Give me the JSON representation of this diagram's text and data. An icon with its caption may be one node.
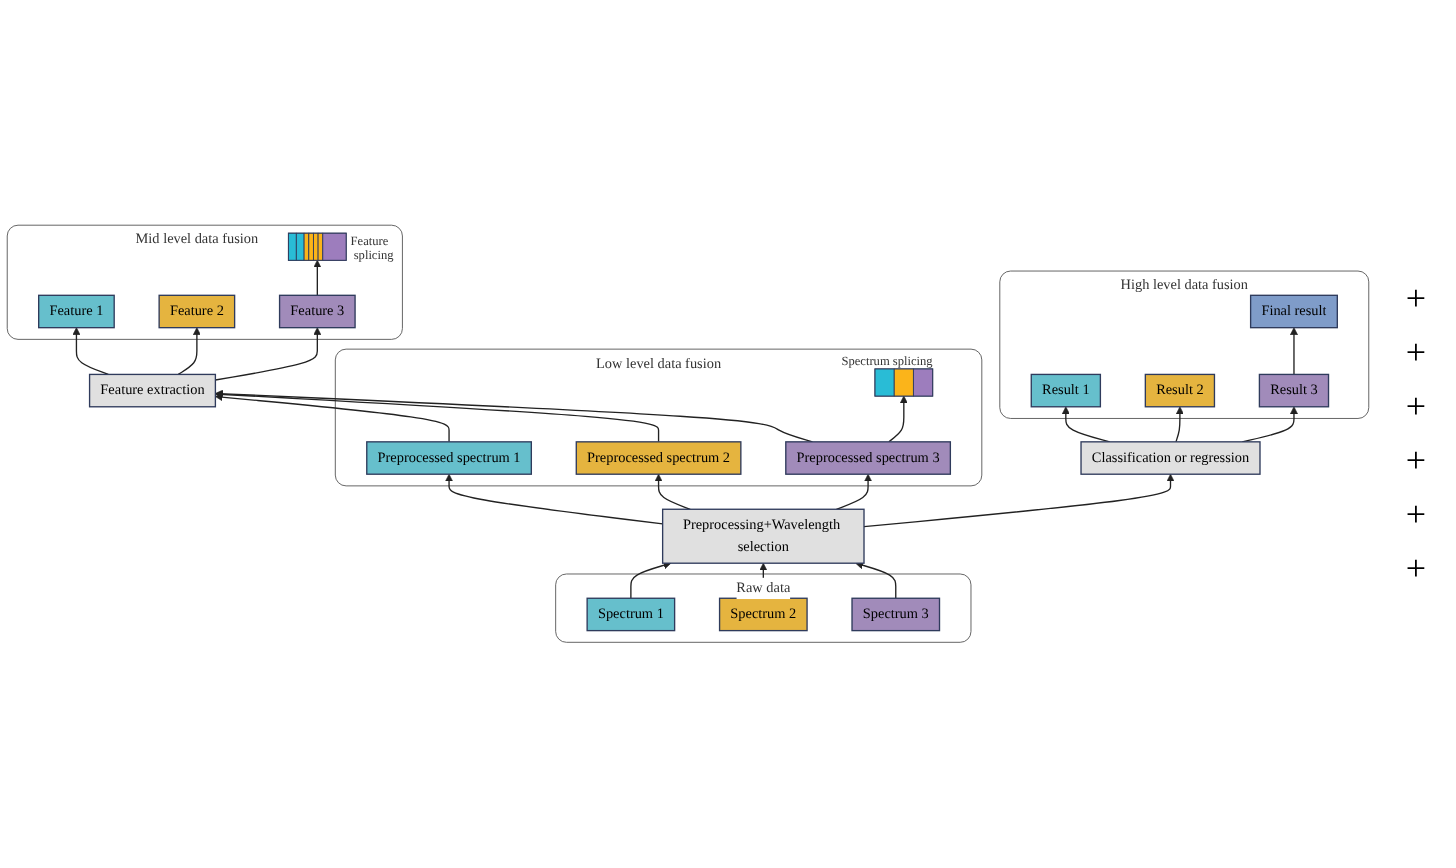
{
  "diagram": {
    "nodes": [
      {
        "text": [
          "High level data fusion"
        ]
      },
      {
        "text": [
          "Result 1"
        ],
        "in": 0
      },
      {
        "text": [
          "Result 2"
        ],
        "in": 0
      },
      {
        "text": [
          "Result 3"
        ],
        "in": 0
      },
      {
        "text": [
          "Final result"
        ],
        "in": 0
      },
      {
        "text": [
          "Classification or regression"
        ]
      },
      {
        "text": [
          "Mid level data fusion"
        ]
      },
      {
        "text": [
          "Feature 1"
        ],
        "in": 6
      },
      {
        "text": [
          "Feature 2"
        ],
        "in": 6
      },
      {
        "text": [
          "Feature 3"
        ],
        "in": 6
      },
      {
        "text": [],
        "shape": "bar",
        "in": 6,
        "beside": [
          "Feature splicing"
        ]
      },
      {
        "text": [
          "Feature extraction"
        ]
      },
      {
        "text": [
          "Low level data fusion"
        ]
      },
      {
        "text": [
          "Preprocessed spectrum 1"
        ],
        "in": 12
      },
      {
        "text": [
          "Preprocessed spectrum 2"
        ],
        "in": 12
      },
      {
        "text": [
          "Preprocessed spectrum 3"
        ],
        "in": 12
      },
      {
        "text": [],
        "shape": "bar",
        "in": 12,
        "beside": [
          "Spectrum splicing"
        ]
      },
      {
        "text": [
          "Preprocessing+Wavelength selection"
        ]
      },
      {
        "text": [
          "Raw data"
        ]
      },
      {
        "text": [
          "Spectrum 1"
        ],
        "in": 18
      },
      {
        "text": [
          "Spectrum 2"
        ],
        "in": 18
      },
      {
        "text": [
          "Spectrum 3"
        ],
        "in": 18
      }
    ],
    "edges": [
      {
        "from": 5,
        "to": 1,
        "arrow": "to"
      },
      {
        "from": 5,
        "to": 2,
        "arrow": "to"
      },
      {
        "from": 5,
        "to": 3,
        "arrow": "to"
      },
      {
        "from": 3,
        "to": 4,
        "arrow": "to"
      },
      {
        "from": 11,
        "to": 7,
        "arrow": "to"
      },
      {
        "from": 11,
        "to": 8,
        "arrow": "to"
      },
      {
        "from": 11,
        "to": 9,
        "arrow": "to"
      },
      {
        "from": 9,
        "to": 10,
        "arrow": "to"
      },
      {
        "from": 13,
        "to": 11,
        "arrow": "to"
      },
      {
        "from": 14,
        "to": 11,
        "arrow": "to"
      },
      {
        "from": 15,
        "to": 11,
        "arrow": "to"
      },
      {
        "from": 15,
        "to": 16,
        "arrow": "to"
      },
      {
        "from": 17,
        "to": 13,
        "arrow": "to"
      },
      {
        "from": 17,
        "to": 14,
        "arrow": "to"
      },
      {
        "from": 17,
        "to": 15,
        "arrow": "to"
      },
      {
        "from": 19,
        "to": 17,
        "arrow": "to"
      },
      {
        "from": 20,
        "to": 17,
        "arrow": "to"
      },
      {
        "from": 21,
        "to": 17,
        "arrow": "to"
      },
      {
        "from": 17,
        "to": 5,
        "arrow": "to"
      }
    ],
    "labels": [
      "+",
      "+",
      "+",
      "+",
      "+",
      "+"
    ]
  }
}
